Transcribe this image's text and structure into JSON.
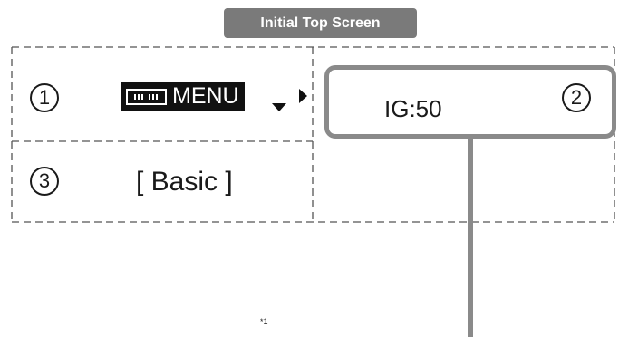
{
  "header": {
    "title": "Initial Top Screen"
  },
  "cells": {
    "cell1": {
      "number": "1",
      "menu_label": "MENU"
    },
    "cell2": {
      "number": "2",
      "value_text": "IG:50"
    },
    "cell3": {
      "number": "3",
      "label": "[ Basic ]"
    }
  },
  "footnote": "*1",
  "colors": {
    "badge": "#7a7a7a",
    "highlight": "#8a8a8a",
    "menu_bg": "#111111",
    "text": "#1a1a1a"
  },
  "icons": [
    "menu-icon",
    "down-arrow-icon",
    "right-arrow-icon"
  ]
}
